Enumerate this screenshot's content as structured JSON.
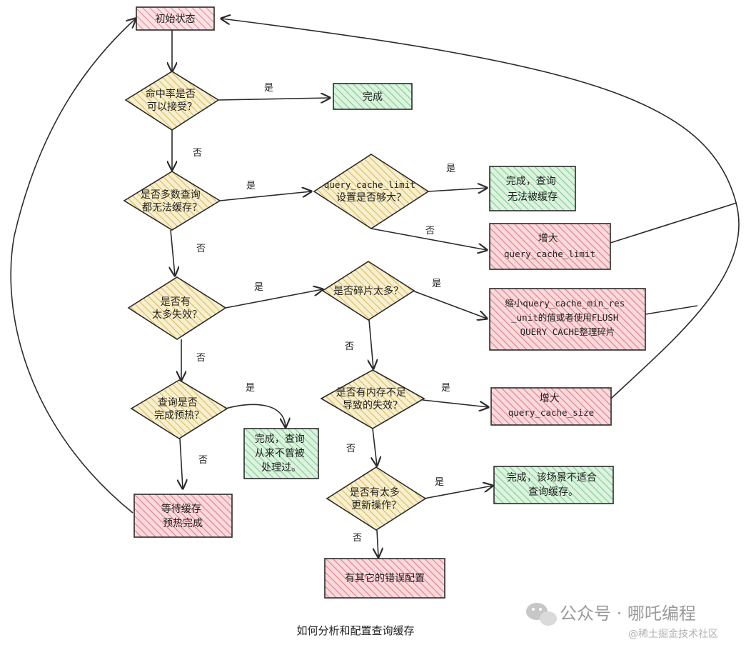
{
  "colors": {
    "start": "#f6c8cb",
    "decision": "#f2df9a",
    "done": "#bfe8c6",
    "action": "#f3b9bf",
    "stroke": "#2b2b2b"
  },
  "nodes": {
    "start": [
      "初始状态"
    ],
    "d_hit": [
      "命中率是否",
      "可以接受？"
    ],
    "done_hit": [
      "完成"
    ],
    "d_uncache": [
      "是否多数查询",
      "都无法缓存？"
    ],
    "d_limit": [
      "query_cache_limit",
      "设置是否够大？"
    ],
    "done_uncache": [
      "完成，查询",
      "无法被缓存"
    ],
    "inc_limit": [
      "增大",
      "query_cache_limit"
    ],
    "d_inval": [
      "是否有",
      "太多失效？"
    ],
    "d_frag": [
      "是否碎片太多？"
    ],
    "shrink": [
      "缩小query_cache_min_res",
      "_unit的值或者使用FLUSH",
      "QUERY CACHE整理碎片"
    ],
    "d_warm": [
      "查询是否",
      "完成预热？"
    ],
    "done_warm": [
      "完成，查询",
      "从来不曾被",
      "处理过。"
    ],
    "d_mem": [
      "是否有内存不足",
      "导致的失效？"
    ],
    "inc_size": [
      "增大",
      "query_cache_size"
    ],
    "wait": [
      "等待缓存",
      "预热完成"
    ],
    "d_update": [
      "是否有太多",
      "更新操作？"
    ],
    "done_update": [
      "完成，该场景不适合",
      "查询缓存。"
    ],
    "other": [
      "有其它的错误配置"
    ]
  },
  "edge_labels": {
    "yes": "是",
    "no": "否"
  },
  "caption": "如何分析和配置查询缓存",
  "watermark": {
    "account": "公众号 · 哪吒编程",
    "site": "@稀土掘金技术社区"
  }
}
